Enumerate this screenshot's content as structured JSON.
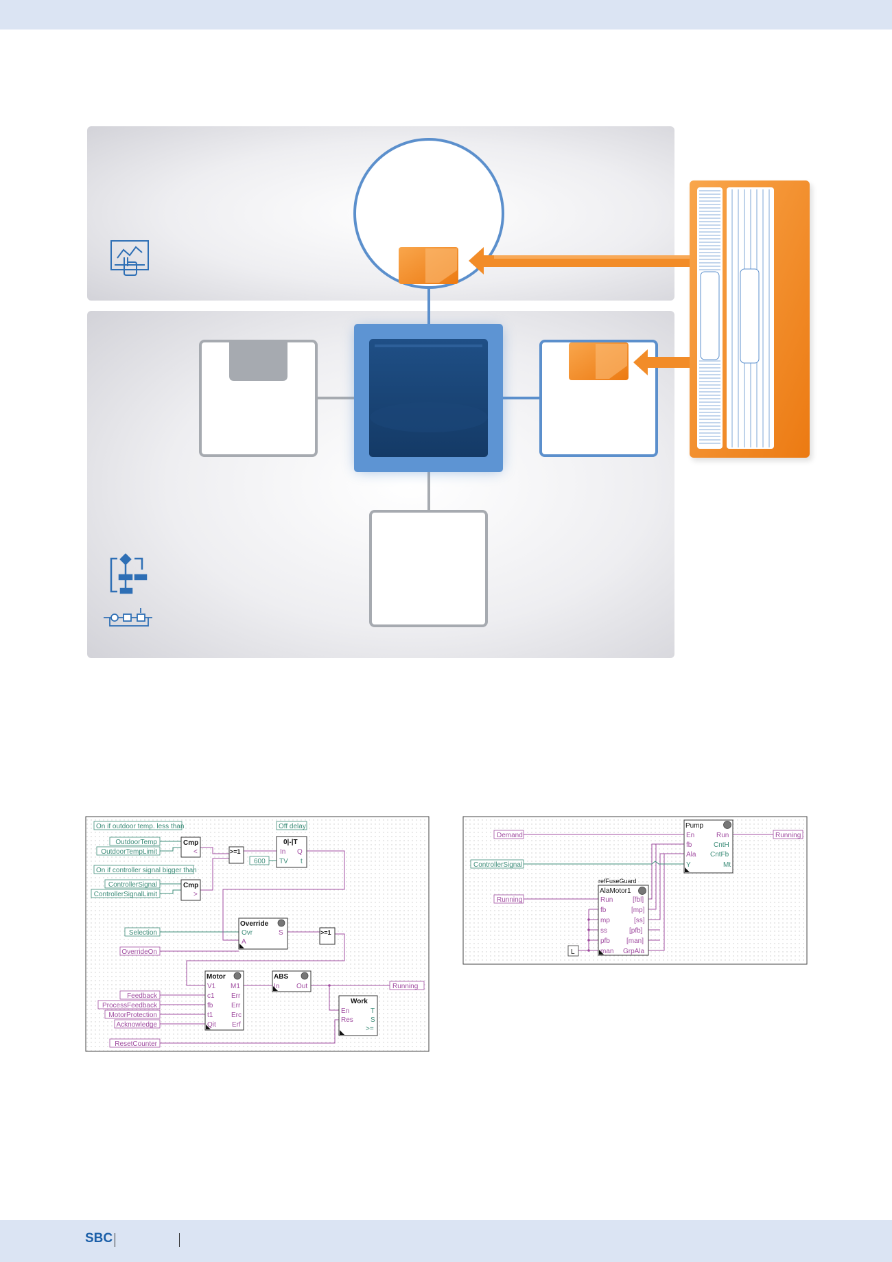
{
  "footer": {
    "logo": "SBC"
  },
  "diagram1": {
    "notes": [
      "On if outdoor temp. less than",
      "On if controller signal bigger than",
      "Off delay"
    ],
    "inputs": [
      "OutdoorTemp",
      "OutdoorTempLimit",
      "ControllerSignal",
      "ControllerSignalLimit",
      "Selection",
      "OverrideOn",
      "Feedback",
      "ProcessFeedback",
      "MotorProtection",
      "Acknowledge",
      "ResetCounter"
    ],
    "output": "Running",
    "const": "600",
    "cmp1": {
      "title": "Cmp",
      "sym": "<"
    },
    "cmp2": {
      "title": "Cmp",
      "sym": ">"
    },
    "or1": ">=1",
    "or2": ">=1",
    "timer": {
      "title": "0|-|T",
      "in": "In",
      "q": "Q",
      "tv": "TV",
      "t": "t"
    },
    "override": {
      "title": "Override",
      "ovr": "Ovr",
      "s": "S",
      "a": "A"
    },
    "motor": {
      "title": "Motor",
      "inputs": [
        "V1",
        "c1",
        "fb",
        "t1",
        "Qit"
      ],
      "outputs": [
        "M1",
        "Err",
        "Err",
        "Erc",
        "Erf"
      ]
    },
    "abs": {
      "title": "ABS",
      "in": "In",
      "out": "Out"
    },
    "work": {
      "title": "Work",
      "en": "En",
      "res": "Res",
      "t": "T",
      "s": "S",
      "ge": ">="
    }
  },
  "diagram2": {
    "inputs": [
      "Demand",
      "ControllerSignal",
      "Running"
    ],
    "output": "Running",
    "const": "L",
    "pump": {
      "title": "Pump",
      "inputs": [
        "En",
        "fb",
        "Ala",
        "Y"
      ],
      "outputs": [
        "Run",
        "CntH",
        "CntFb",
        "Mt"
      ]
    },
    "guard": {
      "caption": "refFuseGuard",
      "title": "AlaMotor1",
      "inputs": [
        "Run",
        "fb",
        "mp",
        "ss",
        "pfb",
        "man"
      ],
      "outputs": [
        "[fbl]",
        "[mp]",
        "[ss]",
        "[pfb]",
        "[man]",
        "GrpAla"
      ]
    }
  },
  "colors": {
    "accent_blue": "#5b8fcc",
    "accent_orange": "#f28c28",
    "wire_green": "#3c8c78",
    "wire_purple": "#a04ca0"
  }
}
